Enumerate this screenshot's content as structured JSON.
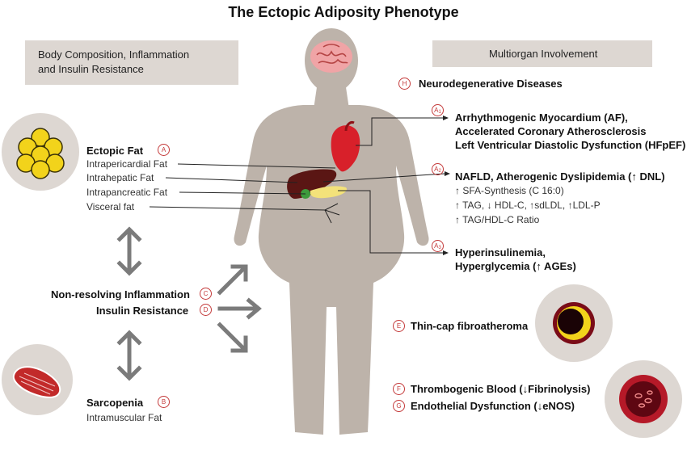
{
  "title": "The Ectopic Adiposity Phenotype",
  "left_panel": {
    "line1": "Body Composition, Inflammation",
    "line2": "and Insulin Resistance"
  },
  "right_panel": {
    "label": "Multiorgan Involvement"
  },
  "ectopic_fat": {
    "heading": "Ectopic Fat",
    "badge": "A",
    "items": [
      "Intrapericardial Fat",
      "Intrahepatic Fat",
      "Intrapancreatic Fat",
      "Visceral fat"
    ]
  },
  "inflammation": {
    "label": "Non-resolving Inflammation",
    "badge": "C"
  },
  "insulin": {
    "label": "Insulin Resistance",
    "badge": "D"
  },
  "sarcopenia": {
    "heading": "Sarcopenia",
    "badge": "B",
    "sub": "Intramuscular Fat"
  },
  "neuro": {
    "badge": "H",
    "label": "Neurodegenerative Diseases"
  },
  "heart": {
    "badge": "A",
    "badge_sub": "1",
    "lines": [
      "Arrhythmogenic Myocardium (AF),",
      "Accelerated Coronary Atherosclerosis",
      "Left Ventricular Diastolic Dysfunction (HFpEF)"
    ]
  },
  "liver": {
    "badge": "A",
    "badge_sub": "2",
    "heading": "NAFLD, Atherogenic Dyslipidemia (↑ DNL)",
    "lines": [
      "↑ SFA-Synthesis (C 16:0)",
      "↑ TAG, ↓ HDL-C, ↑sdLDL, ↑LDL-P",
      "↑ TAG/HDL-C Ratio"
    ]
  },
  "pancreas": {
    "badge": "A",
    "badge_sub": "3",
    "lines": [
      "Hyperinsulinemia,",
      "Hyperglycemia (↑ AGEs)"
    ]
  },
  "fibro": {
    "badge": "E",
    "label": "Thin-cap fibroatheroma"
  },
  "thrombo": {
    "badge": "F",
    "label": "Thrombogenic Blood (↓Fibrinolysis)"
  },
  "endo": {
    "badge": "G",
    "label": "Endothelial Dysfunction (↓eNOS)"
  },
  "colors": {
    "panel": "#ddd7d2",
    "body": "#bdb3aa",
    "arrow": "#7b7b7b",
    "badge": "#c43a3a",
    "heart": "#d8202a",
    "liver": "#5a1614",
    "pancreas": "#f3e27a",
    "fat": "#f2d31b"
  }
}
